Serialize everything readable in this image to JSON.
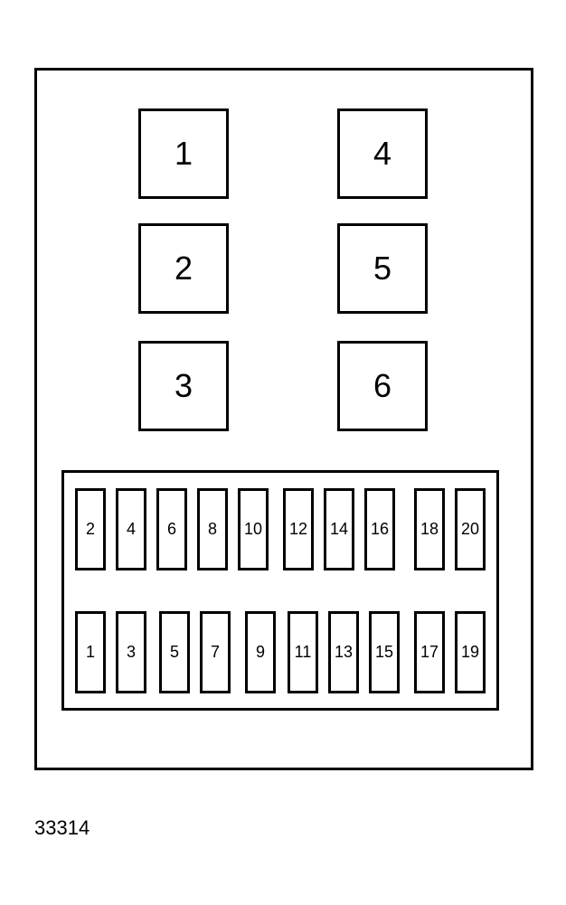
{
  "relays": [
    {
      "label": "1"
    },
    {
      "label": "2"
    },
    {
      "label": "3"
    },
    {
      "label": "4"
    },
    {
      "label": "5"
    },
    {
      "label": "6"
    }
  ],
  "fuses_top": [
    "2",
    "4",
    "6",
    "8",
    "10",
    "12",
    "14",
    "16",
    "18",
    "20"
  ],
  "fuses_bottom": [
    "1",
    "3",
    "5",
    "7",
    "9",
    "11",
    "13",
    "15",
    "17",
    "19"
  ],
  "figure_id": "33314"
}
